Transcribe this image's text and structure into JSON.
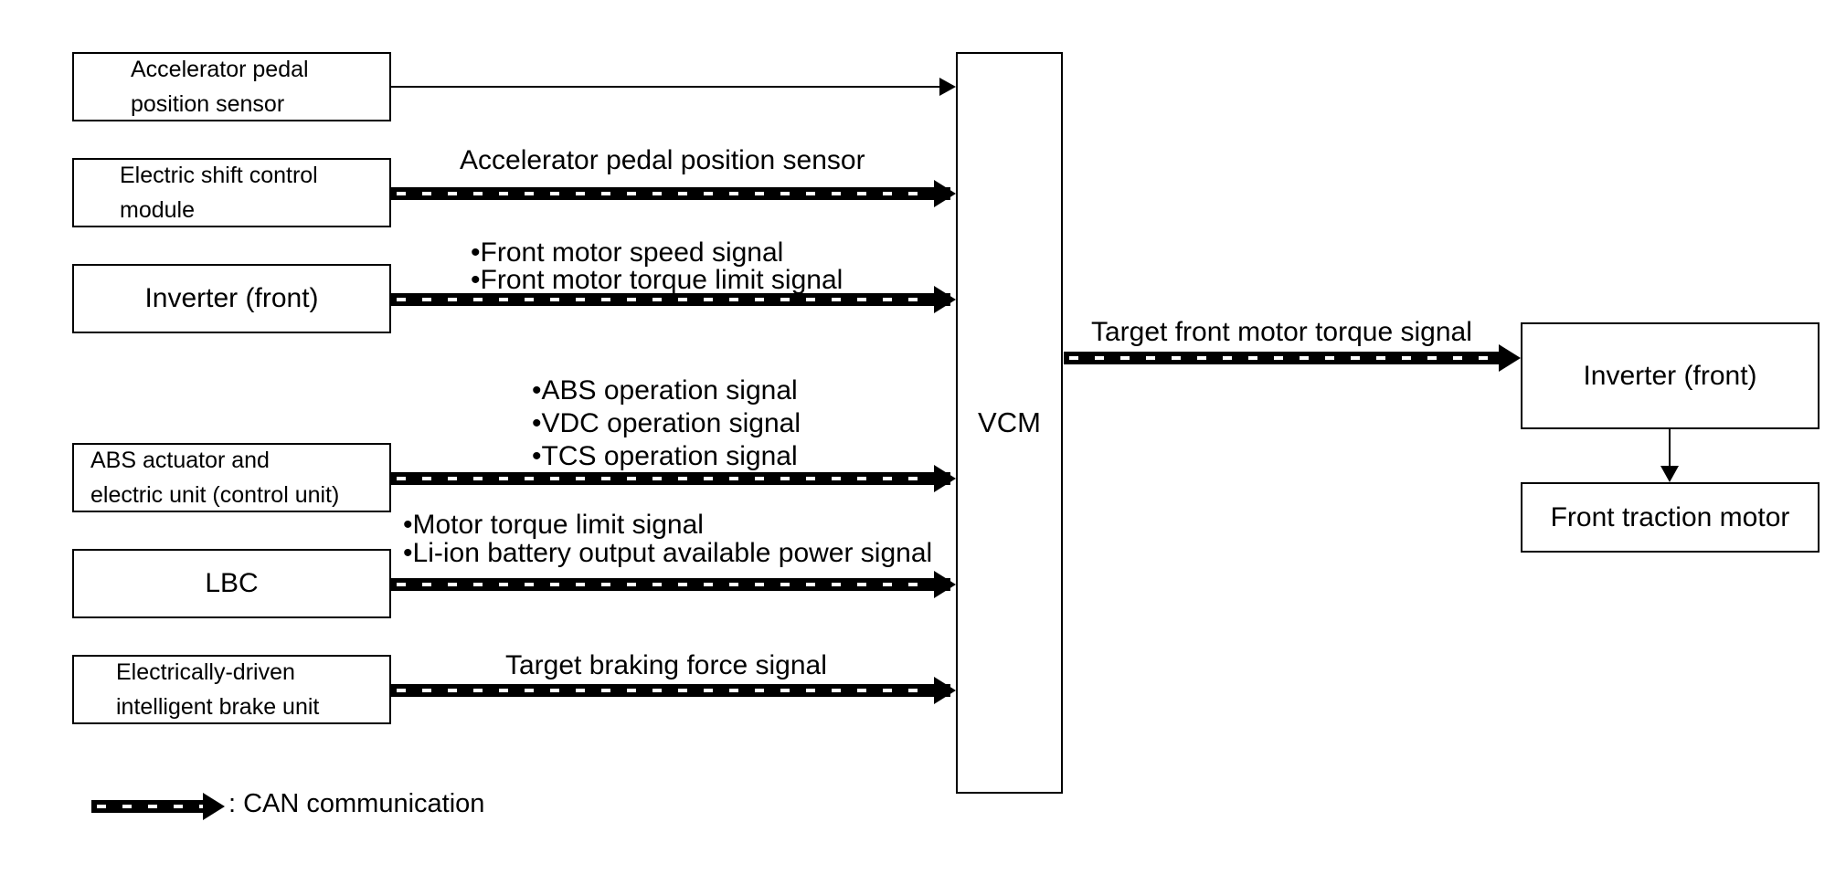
{
  "inputs": [
    {
      "id": "apps",
      "label": "Accelerator pedal\nposition sensor"
    },
    {
      "id": "escm",
      "label": "Electric shift control\nmodule"
    },
    {
      "id": "inverter_front_in",
      "label": "Inverter (front)"
    },
    {
      "id": "abs",
      "label": "ABS actuator and\nelectric unit (control unit)"
    },
    {
      "id": "lbc",
      "label": "LBC"
    },
    {
      "id": "brake",
      "label": "Electrically-driven\nintelligent brake unit"
    }
  ],
  "signals": {
    "escm": "Accelerator pedal position sensor",
    "inverter_front_in": "•Front motor speed signal\n•Front motor torque limit signal",
    "abs": "•ABS operation signal\n•VDC operation signal\n•TCS operation signal",
    "lbc": "•Motor torque limit signal\n•Li-ion battery output available power signal",
    "brake": "Target braking force signal",
    "vcm_out": "Target front motor torque signal"
  },
  "vcm": {
    "label": "VCM"
  },
  "outputs": {
    "inverter_front_out": "Inverter (front)",
    "traction_motor": "Front traction motor"
  },
  "legend": {
    "label": ": CAN communication"
  },
  "colors": {
    "line": "#000000",
    "dash_fill": "#ffffff",
    "background": "#ffffff"
  }
}
